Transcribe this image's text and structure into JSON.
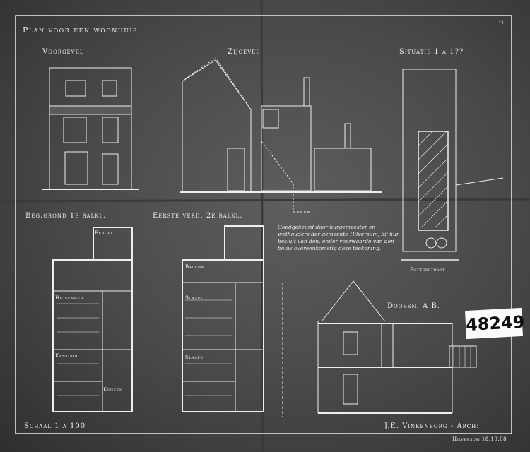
{
  "plan_title": "Plan voor een woonhuis",
  "sheet_number": "9.",
  "views": {
    "front": "Voorgevel",
    "side": "Zijgevel",
    "site": "Situatie 1 a 1??",
    "ground_floor": "Beg.grond 1e balkl.",
    "first_floor": "Eerste verd. 2e balkl.",
    "section": "Doorsn. A B."
  },
  "street_label": "Potterstraat",
  "scale": "Schaal 1 a 100",
  "architect": "J.E. Vinkenborg - Arch:",
  "place_date": "Hilversum 18.10.08",
  "archive_number": "48249",
  "handwritten_note": "Goedgekeurd door burgemeester en wethouders der gemeente Hilversum, bij hun besluit van den, onder voorwaarde van den bouw overeenkomstig deze teekening.",
  "room_labels": {
    "keuken": "Keuken",
    "kamer": "Huiskamer",
    "kantoor": "Kantoor",
    "slaap1": "Slaapk.",
    "slaap2": "Slaapk.",
    "balkon": "Balkon",
    "bergplaats": "Bergpl."
  }
}
